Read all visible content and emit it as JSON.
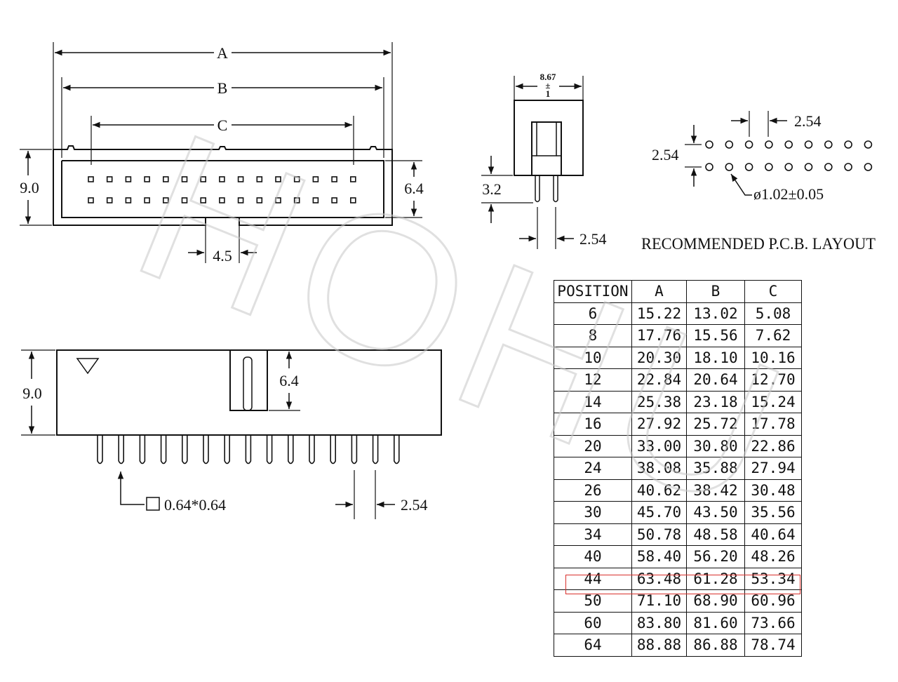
{
  "top_view": {
    "dim_a": "A",
    "dim_b": "B",
    "dim_c": "C",
    "height": "9.0",
    "inner_height": "6.4",
    "key_width": "4.5"
  },
  "side_view": {
    "width_top": "8.67",
    "width_tol_plus": "±",
    "width_tol_num": "1",
    "leg_height": "3.2",
    "pitch": "2.54"
  },
  "pcb_layout": {
    "pitch_x": "2.54",
    "pitch_y": "2.54",
    "hole_dia": "ø1.02±0.05",
    "caption": "RECOMMENDED P.C.B. LAYOUT"
  },
  "front_view": {
    "height": "9.0",
    "inner_height": "6.4",
    "pin_size": "0.64*0.64",
    "pitch": "2.54"
  },
  "watermark": "HOHU",
  "table": {
    "headers": [
      "POSITION",
      "A",
      "B",
      "C"
    ],
    "rows": [
      [
        "6",
        "15.22",
        "13.02",
        "5.08"
      ],
      [
        "8",
        "17.76",
        "15.56",
        "7.62"
      ],
      [
        "10",
        "20.30",
        "18.10",
        "10.16"
      ],
      [
        "12",
        "22.84",
        "20.64",
        "12.70"
      ],
      [
        "14",
        "25.38",
        "23.18",
        "15.24"
      ],
      [
        "16",
        "27.92",
        "25.72",
        "17.78"
      ],
      [
        "20",
        "33.00",
        "30.80",
        "22.86"
      ],
      [
        "24",
        "38.08",
        "35.88",
        "27.94"
      ],
      [
        "26",
        "40.62",
        "38.42",
        "30.48"
      ],
      [
        "30",
        "45.70",
        "43.50",
        "35.56"
      ],
      [
        "34",
        "50.78",
        "48.58",
        "40.64"
      ],
      [
        "40",
        "58.40",
        "56.20",
        "48.26"
      ],
      [
        "44",
        "63.48",
        "61.28",
        "53.34"
      ],
      [
        "50",
        "71.10",
        "68.90",
        "60.96"
      ],
      [
        "60",
        "83.80",
        "81.60",
        "73.66"
      ],
      [
        "64",
        "88.88",
        "86.88",
        "78.74"
      ]
    ],
    "highlighted_position": "44",
    "highlight_color": "#d9302c"
  }
}
